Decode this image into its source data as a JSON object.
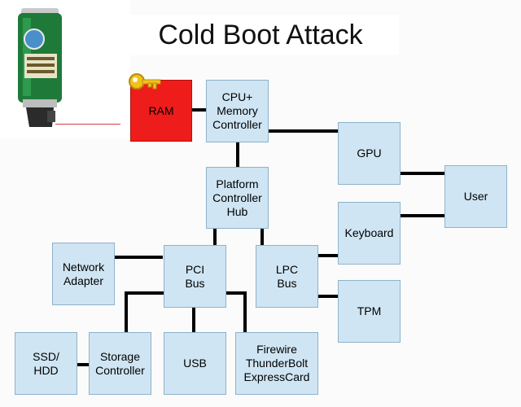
{
  "title": "Cold Boot Attack",
  "nodes": {
    "ram": "RAM",
    "cpu": [
      "CPU+",
      "Memory",
      "Controller"
    ],
    "gpu": "GPU",
    "user": "User",
    "pch": [
      "Platform",
      "Controller",
      "Hub"
    ],
    "keyboard": "Keyboard",
    "network": [
      "Network",
      "Adapter"
    ],
    "pci": [
      "PCI",
      "Bus"
    ],
    "lpc": [
      "LPC",
      "Bus"
    ],
    "tpm": "TPM",
    "ssd": [
      "SSD/",
      "HDD"
    ],
    "storage": [
      "Storage",
      "Controller"
    ],
    "usb": "USB",
    "firewire": [
      "Firewire",
      "ThunderBolt",
      "ExpressCard"
    ]
  },
  "colors": {
    "box_fill": "#cfe5f3",
    "ram_fill": "#ef1c1c",
    "key": "#f2c21b",
    "can": "#1f7a3a"
  },
  "icons": {
    "spray_can": "freeze-spray-can-icon",
    "key": "key-icon"
  }
}
